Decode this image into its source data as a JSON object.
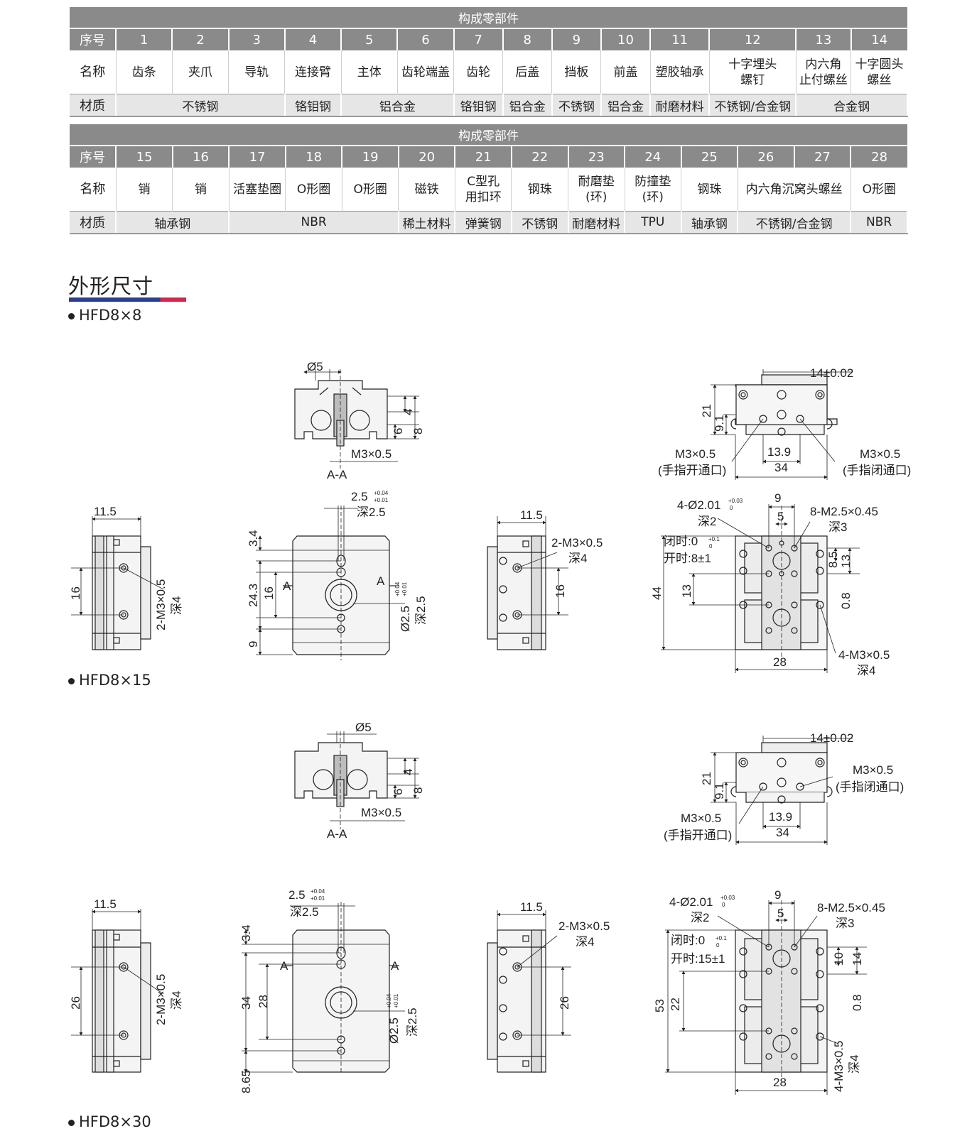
{
  "table1": {
    "caption": "构成零部件",
    "idx_label": "序号",
    "name_label": "名称",
    "mat_label": "材质",
    "idx": [
      "1",
      "2",
      "3",
      "4",
      "5",
      "6",
      "7",
      "8",
      "9",
      "10",
      "11",
      "12",
      "13",
      "14"
    ],
    "names": [
      [
        "齿条"
      ],
      [
        "夹爪"
      ],
      [
        "导轨"
      ],
      [
        "连接臂"
      ],
      [
        "主体"
      ],
      [
        "齿轮端盖"
      ],
      [
        "齿轮"
      ],
      [
        "后盖"
      ],
      [
        "挡板"
      ],
      [
        "前盖"
      ],
      [
        "塑胶轴承"
      ],
      [
        "十字埋头",
        "螺钉"
      ],
      [
        "内六角",
        "止付螺丝"
      ],
      [
        "十字圆头",
        "螺丝"
      ]
    ],
    "materials": [
      {
        "text": "不锈钢",
        "span": 3
      },
      {
        "text": "铬钼钢",
        "span": 1
      },
      {
        "text": "铝合金",
        "span": 2
      },
      {
        "text": "铬钼钢",
        "span": 1
      },
      {
        "text": "铝合金",
        "span": 1
      },
      {
        "text": "不锈钢",
        "span": 1
      },
      {
        "text": "铝合金",
        "span": 1
      },
      {
        "text": "耐磨材料",
        "span": 1
      },
      {
        "text": "不锈钢/合金钢",
        "span": 1
      },
      {
        "text": "合金钢",
        "span": 2
      }
    ]
  },
  "table2": {
    "caption": "构成零部件",
    "idx_label": "序号",
    "name_label": "名称",
    "mat_label": "材质",
    "idx": [
      "15",
      "16",
      "17",
      "18",
      "19",
      "20",
      "21",
      "22",
      "23",
      "24",
      "25",
      "26",
      "27",
      "28"
    ],
    "names": [
      [
        "销"
      ],
      [
        "销"
      ],
      [
        "活塞垫圈"
      ],
      [
        "O形圈"
      ],
      [
        "O形圈"
      ],
      [
        "磁铁"
      ],
      [
        "C型孔",
        "用扣环"
      ],
      [
        "钢珠"
      ],
      [
        "耐磨垫",
        "(环)"
      ],
      [
        "防撞垫",
        "(环)"
      ],
      [
        "钢珠"
      ],
      [
        "内六角沉窝头螺丝"
      ],
      [
        "O形圈"
      ]
    ],
    "materials": [
      {
        "text": "轴承钢",
        "span": 2
      },
      {
        "text": "NBR",
        "span": 3
      },
      {
        "text": "稀土材料",
        "span": 1
      },
      {
        "text": "弹簧钢",
        "span": 1
      },
      {
        "text": "不锈钢",
        "span": 1
      },
      {
        "text": "耐磨材料",
        "span": 1
      },
      {
        "text": "TPU",
        "span": 1
      },
      {
        "text": "轴承钢",
        "span": 1
      },
      {
        "text": "不锈钢/合金钢",
        "span": 2
      },
      {
        "text": "NBR",
        "span": 1
      }
    ]
  },
  "section_title": "外形尺寸",
  "models": [
    "HFD8×8",
    "HFD8×15",
    "HFD8×30"
  ],
  "dims_a": {
    "d5": "Ø5",
    "m3": "M3×0.5",
    "aa": "A-A",
    "d4": "4",
    "d6": "6",
    "d8": "8",
    "d14": "14±0.02",
    "d21": "21",
    "d91": "9.1",
    "m3open": "M3×0.5",
    "open": "(手指开通口)",
    "m3close": "M3×0.5",
    "close": "(手指闭通口)",
    "d139": "13.9",
    "d34": "34",
    "d115a": "11.5",
    "d16a": "16",
    "m3x2": "2-M3×0.5",
    "deep4": "深4",
    "d25": "2.5",
    "tol004": "+0.04",
    "tol001": "+0.01",
    "deep25": "深2.5",
    "d34b": "3.4",
    "d243": "24.3",
    "d16b": "16",
    "la": "A",
    "d9": "9",
    "phi25": "Ø2.5",
    "d115b": "11.5",
    "m3x2b": "2-M3×0.5",
    "deep4b": "深4",
    "d16c": "16",
    "phi201": "4-Ø2.01",
    "tol003": "+0.03",
    "tol0": "0",
    "deep2": "深2",
    "closed": "闭时:0",
    "tol01": "+0.1",
    "opened": "开时:8±1",
    "d9b": "9",
    "d5b": "5",
    "m25": "8-M2.5×0.45",
    "deep3": "深3",
    "d85": "8.5",
    "d13": "13",
    "d08": "0.8",
    "d13b": "13",
    "d44": "44",
    "d28": "28",
    "m3x4": "4-M3×0.5",
    "deep4c": "深4"
  },
  "dims_b": {
    "d5": "Ø5",
    "m3": "M3×0.5",
    "aa": "A-A",
    "d4": "4",
    "d6": "6",
    "d8": "8",
    "d14": "14±0.02",
    "d21": "21",
    "d91": "9.1",
    "m3open": "M3×0.5",
    "open": "(手指开通口)",
    "m3close": "M3×0.5",
    "close": "(手指闭通口)",
    "d139": "13.9",
    "d34": "34",
    "d115a": "11.5",
    "d26a": "26",
    "m3x2": "2-M3×0.5",
    "deep4": "深4",
    "d25": "2.5",
    "tol004": "+0.04",
    "tol001": "+0.01",
    "deep25": "深2.5",
    "d34b": "3.4",
    "d34c": "34",
    "d28": "28",
    "la": "A",
    "d865": "8.65",
    "phi25": "Ø2.5",
    "d115b": "11.5",
    "m3x2b": "2-M3×0.5",
    "deep4b": "深4",
    "d26b": "26",
    "phi201": "4-Ø2.01",
    "tol003": "+0.03",
    "tol0": "0",
    "deep2": "深2",
    "closed": "闭时:0",
    "tol01": "+0.1",
    "opened": "开时:15±1",
    "d9b": "9",
    "d5b": "5",
    "m25": "8-M2.5×0.45",
    "deep3": "深3",
    "d10": "10",
    "d14b": "14",
    "d08": "0.8",
    "d53": "53",
    "d22": "22",
    "d28b": "28",
    "m3x4": "4-M3×0.5",
    "deep4c": "深4"
  }
}
